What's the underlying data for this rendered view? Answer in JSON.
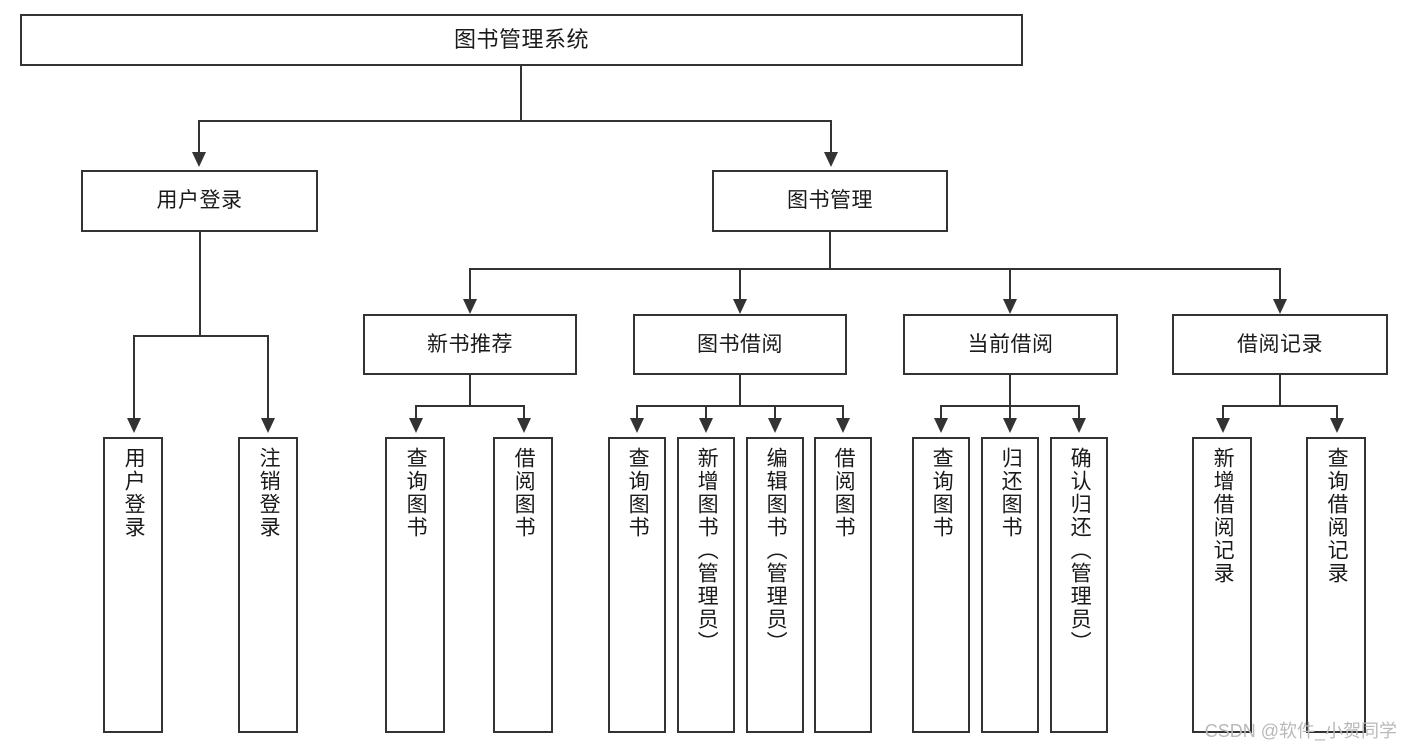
{
  "diagram": {
    "title": "图书管理系统",
    "type": "tree-hierarchy-chart",
    "root": {
      "label": "图书管理系统"
    },
    "level2": [
      {
        "label": "用户登录"
      },
      {
        "label": "图书管理"
      }
    ],
    "level3": [
      {
        "label": "新书推荐"
      },
      {
        "label": "图书借阅"
      },
      {
        "label": "当前借阅"
      },
      {
        "label": "借阅记录"
      }
    ],
    "leaves": {
      "user_login": [
        {
          "label": "用户登录"
        },
        {
          "label": "注销登录"
        }
      ],
      "new_book": [
        {
          "label": "查询图书"
        },
        {
          "label": "借阅图书"
        }
      ],
      "book_borrow": [
        {
          "label": "查询图书"
        },
        {
          "label": "新增图书（管理员）"
        },
        {
          "label": "编辑图书（管理员）"
        },
        {
          "label": "借阅图书"
        }
      ],
      "current_borrow": [
        {
          "label": "查询图书"
        },
        {
          "label": "归还图书"
        },
        {
          "label": "确认归还（管理员）"
        }
      ],
      "borrow_record": [
        {
          "label": "新增借阅记录"
        },
        {
          "label": "查询借阅记录"
        }
      ]
    }
  },
  "watermark": {
    "text": "CSDN @软件_小贺同学"
  },
  "colors": {
    "stroke": "#333333",
    "fill": "#ffffff",
    "text": "#1a1a1a",
    "watermark": "#b9b9b9"
  }
}
